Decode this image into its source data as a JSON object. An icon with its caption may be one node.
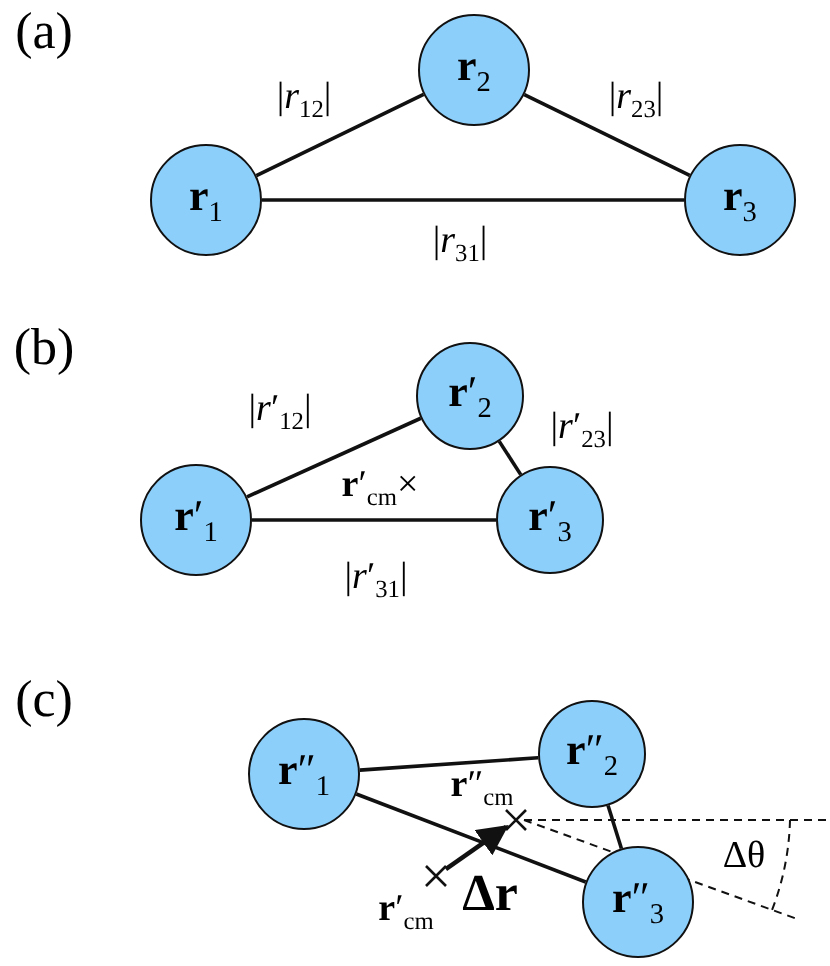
{
  "diagram": {
    "nodes": [
      {
        "text": [
          "**r**$_{1}$"
        ]
      },
      {
        "text": [
          "**r**$_{2}$"
        ]
      },
      {
        "text": [
          "**r**$_{3}$"
        ]
      },
      {
        "text": [
          "**r**′$_{1}$"
        ]
      },
      {
        "text": [
          "**r**′$_{2}$"
        ]
      },
      {
        "text": [
          "**r**′$_{3}$"
        ]
      },
      {
        "text": [
          "**r**″$_{1}$"
        ]
      },
      {
        "text": [
          "**r**″$_{2}$"
        ]
      },
      {
        "text": [
          "**r**″$_{3}$"
        ]
      },
      {
        "text": [],
        "shape": "cross",
        "beside": [
          "**r**′$_{cm}$"
        ]
      },
      {
        "text": [],
        "shape": "cross",
        "beside": [
          "**r**″$_{cm}$"
        ]
      }
    ],
    "edges": [
      {
        "from": 0,
        "to": 1,
        "arrow": "none",
        "label": "|*r*$_{12}$|"
      },
      {
        "from": 1,
        "to": 2,
        "arrow": "none",
        "label": "|*r*$_{23}$|"
      },
      {
        "from": 0,
        "to": 2,
        "arrow": "none",
        "label": "|*r*$_{31}$|"
      },
      {
        "from": 3,
        "to": 4,
        "arrow": "none",
        "label": "|*r*′$_{12}$|"
      },
      {
        "from": 4,
        "to": 5,
        "arrow": "none",
        "label": "|*r*′$_{23}$|"
      },
      {
        "from": 3,
        "to": 5,
        "arrow": "none",
        "label": "|*r*′$_{31}$|"
      },
      {
        "from": 6,
        "to": 7,
        "arrow": "none"
      },
      {
        "from": 6,
        "to": 8,
        "arrow": "none"
      },
      {
        "from": 7,
        "to": 8,
        "arrow": "none"
      },
      {
        "from": 9,
        "to": 10,
        "arrow": "to",
        "label": "**Δr**"
      }
    ],
    "labels": [
      "(a)",
      "(b)",
      "**r**′$_{cm}$×",
      "(c)",
      "Δθ"
    ]
  }
}
